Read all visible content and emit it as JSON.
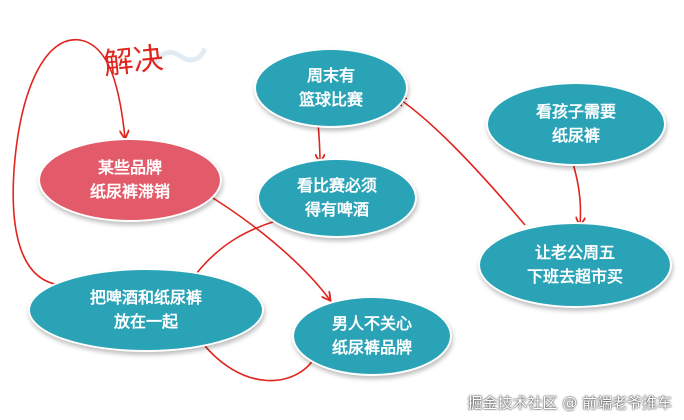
{
  "nodes": {
    "weekend_game": [
      "周末有",
      "篮球比赛"
    ],
    "watch_beer": [
      "看比赛必须",
      "得有啤酒"
    ],
    "kids_diapers": [
      "看孩子需要",
      "纸尿裤"
    ],
    "husband_buys": [
      "让老公周五",
      "下班去超市买"
    ],
    "diaper_slow": [
      "某些品牌",
      "纸尿裤滞销"
    ],
    "put_together": [
      "把啤酒和纸尿裤",
      "放在一起"
    ],
    "men_indifferent": [
      "男人不关心",
      "纸尿裤品牌"
    ]
  },
  "handwritten_note": "解决",
  "footer": "掘金技术社区 @ 前端老爷推车",
  "colors": {
    "teal": "#2aa3b7",
    "red_node": "#e35b6a",
    "arrow": "#e0251e"
  }
}
